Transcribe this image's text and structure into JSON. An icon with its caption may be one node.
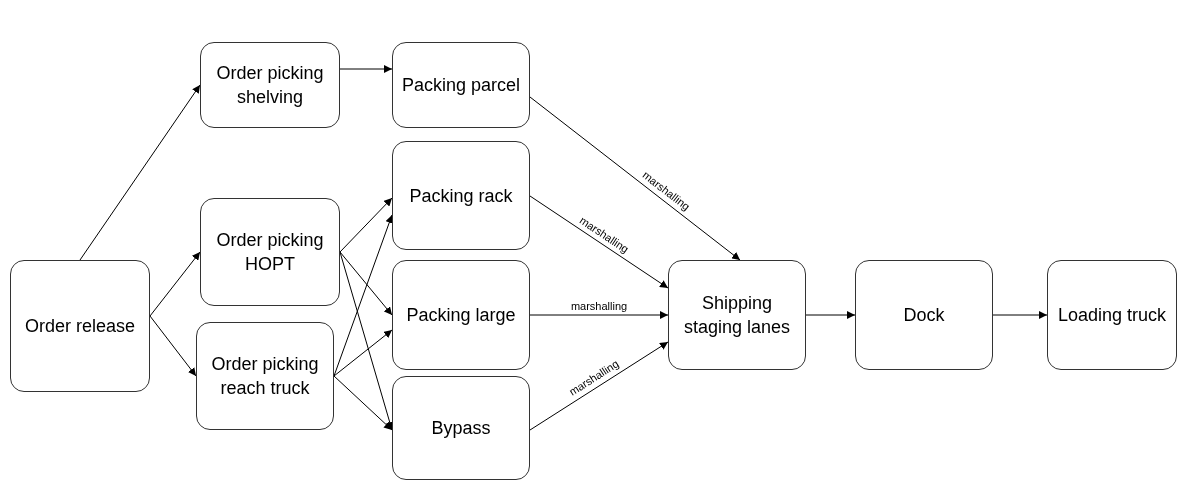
{
  "diagram": {
    "nodes": [
      {
        "text": [
          "Order release"
        ]
      },
      {
        "text": [
          "Order picking shelving"
        ]
      },
      {
        "text": [
          "Packing parcel"
        ]
      },
      {
        "text": [
          "Order picking HOPT"
        ]
      },
      {
        "text": [
          "Order picking reach truck"
        ]
      },
      {
        "text": [
          "Packing rack"
        ]
      },
      {
        "text": [
          "Packing large"
        ]
      },
      {
        "text": [
          "Bypass"
        ]
      },
      {
        "text": [
          "Shipping staging lanes"
        ]
      },
      {
        "text": [
          "Dock"
        ]
      },
      {
        "text": [
          "Loading truck"
        ]
      }
    ],
    "edges": [
      {
        "from": 0,
        "to": 1,
        "arrow": "to"
      },
      {
        "from": 1,
        "to": 2,
        "arrow": "to"
      },
      {
        "from": 0,
        "to": 3,
        "arrow": "to"
      },
      {
        "from": 0,
        "to": 4,
        "arrow": "to"
      },
      {
        "from": 3,
        "to": 5,
        "arrow": "to"
      },
      {
        "from": 3,
        "to": 6,
        "arrow": "to"
      },
      {
        "from": 3,
        "to": 7,
        "arrow": "to"
      },
      {
        "from": 4,
        "to": 5,
        "arrow": "to"
      },
      {
        "from": 4,
        "to": 6,
        "arrow": "to"
      },
      {
        "from": 4,
        "to": 7,
        "arrow": "to"
      },
      {
        "from": 2,
        "to": 8,
        "arrow": "to",
        "label": "marshalling"
      },
      {
        "from": 5,
        "to": 8,
        "arrow": "to",
        "label": "marshalling"
      },
      {
        "from": 6,
        "to": 8,
        "arrow": "to",
        "label": "marshalling"
      },
      {
        "from": 7,
        "to": 8,
        "arrow": "to",
        "label": "marshalling"
      },
      {
        "from": 8,
        "to": 9,
        "arrow": "to"
      },
      {
        "from": 9,
        "to": 10,
        "arrow": "to"
      }
    ]
  }
}
